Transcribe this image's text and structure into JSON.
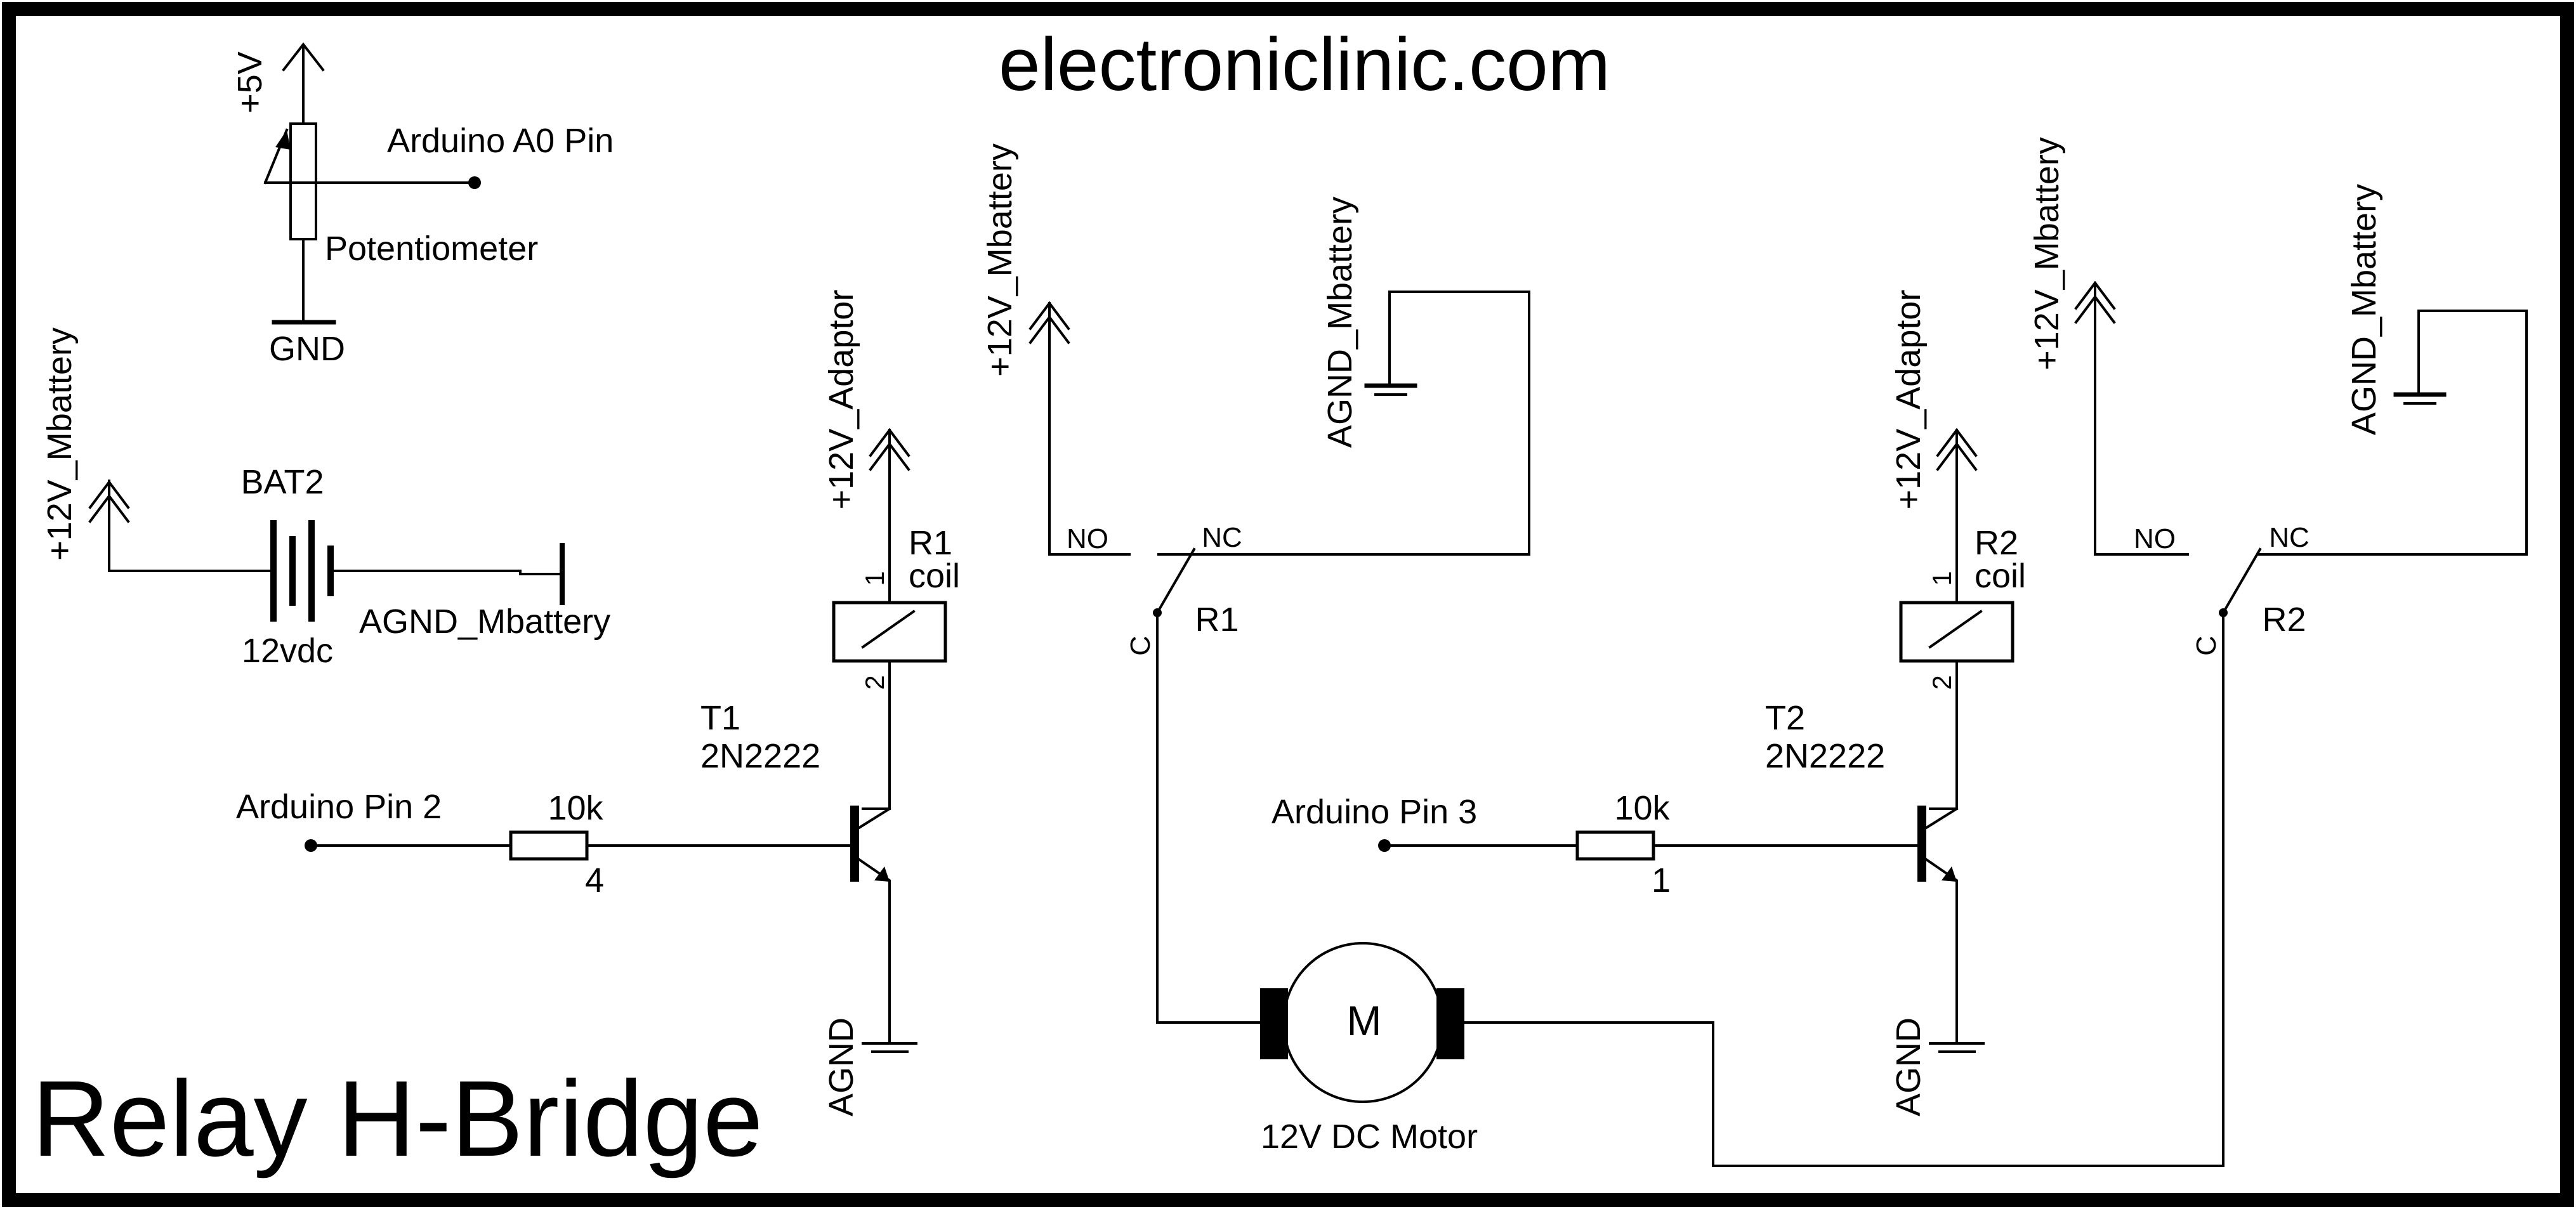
{
  "header": {
    "site": "electroniclinic.com",
    "title": "Relay H-Bridge"
  },
  "colors": {
    "ink": "#000000",
    "background": "#ffffff"
  },
  "potentiometer": {
    "supply_label": "+5V",
    "wiper_label": "Arduino A0 Pin",
    "name": "Potentiometer",
    "ground_label": "GND"
  },
  "battery": {
    "ref": "BAT2",
    "value": "12vdc",
    "supply_label": "+12V_Mbattery",
    "ground_label": "AGND_Mbattery"
  },
  "left_driver": {
    "supply_label": "+12V_Adaptor",
    "relay_ref": "R1",
    "relay_coil": "coil",
    "pin1": "1",
    "pin2": "2",
    "transistor_ref": "T1",
    "transistor_part": "2N2222",
    "input_label": "Arduino Pin 2",
    "resistor_value": "10k",
    "resistor_index": "4",
    "ground_label": "AGND"
  },
  "left_switch": {
    "supply_label": "+12V_Mbattery",
    "ground_label": "AGND_Mbattery",
    "no_label": "NO",
    "nc_label": "NC",
    "c_label": "C",
    "ref": "R1"
  },
  "right_driver": {
    "supply_label": "+12V_Adaptor",
    "relay_ref": "R2",
    "relay_coil": "coil",
    "pin1": "1",
    "pin2": "2",
    "transistor_ref": "T2",
    "transistor_part": "2N2222",
    "input_label": "Arduino Pin 3",
    "resistor_value": "10k",
    "resistor_index": "1",
    "ground_label": "AGND"
  },
  "right_switch": {
    "supply_label": "+12V_Mbattery",
    "ground_label": "AGND_Mbattery",
    "no_label": "NO",
    "nc_label": "NC",
    "c_label": "C",
    "ref": "R2"
  },
  "motor": {
    "symbol": "M",
    "label": "12V DC Motor"
  }
}
